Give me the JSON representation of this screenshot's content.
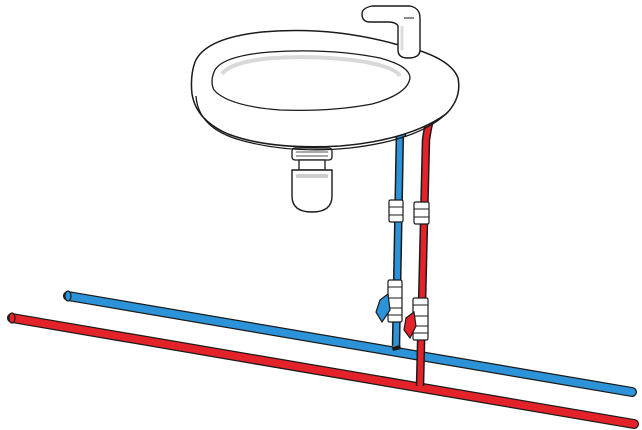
{
  "colors": {
    "background": "#ffffff",
    "cold_water": "#2c93d8",
    "hot_water": "#e32229",
    "outline": "#1a1a1a",
    "fixture_fill": "#ffffff",
    "fixture_shade": "#e8e8e8",
    "valve_handle_cold": "#2c93d8",
    "valve_handle_hot": "#e32229"
  },
  "components": {
    "sink": {
      "icon": "wall-hung-washbasin"
    },
    "faucet": {
      "icon": "single-lever-faucet"
    },
    "trap": {
      "icon": "bottle-trap"
    },
    "cold_riser": {
      "icon": "cold-water-pipe",
      "couplings": 2,
      "valve": "ball-valve"
    },
    "hot_riser": {
      "icon": "hot-water-pipe",
      "couplings": 2,
      "valve": "ball-valve"
    },
    "cold_main": {
      "icon": "cold-water-main"
    },
    "hot_main": {
      "icon": "hot-water-main"
    }
  }
}
